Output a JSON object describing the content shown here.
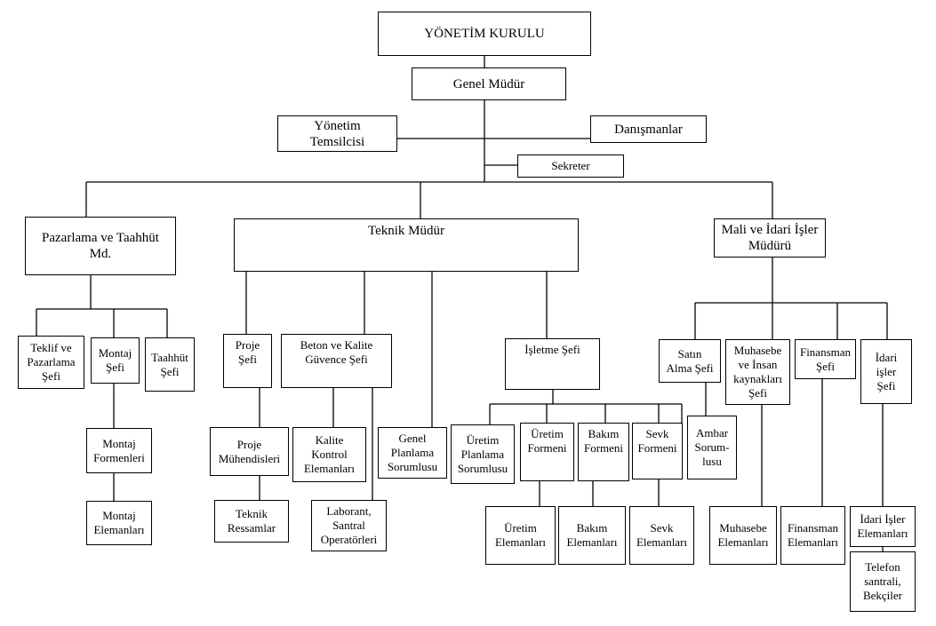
{
  "org_chart": {
    "board": "YÖNETİM KURULU",
    "general_manager": "Genel Müdür",
    "management_rep": "Yönetim\nTemsilcisi",
    "consultants": "Danışmanlar",
    "secretary": "Sekreter",
    "marketing_dept": "Pazarlama ve Taahhüt\nMd.",
    "technical_dept": "Teknik Müdür",
    "finance_admin_dept": "Mali ve İdari İşler\nMüdürü",
    "offer_marketing_chief": "Teklif ve\nPazarlama\nŞefi",
    "assembly_chief": "Montaj\nŞefi",
    "contracting_chief": "Taahhüt\nŞefi",
    "assembly_foremen": "Montaj\nFormenleri",
    "assembly_staff": "Montaj\nElemanları",
    "project_chief": "Proje\nŞefi",
    "concrete_quality_chief": "Beton ve Kalite\nGüvence Şefi",
    "operations_chief": "İşletme Şefi",
    "project_engineers": "Proje\nMühendisleri",
    "technical_drafters": "Teknik\nRessamlar",
    "quality_control_staff": "Kalite\nKontrol\nElemanları",
    "lab_operators": "Laborant,\nSantral\nOperatörleri",
    "general_planning": "Genel\nPlanlama\nSorumlusu",
    "production_planning": "Üretim\nPlanlama\nSorumlusu",
    "production_foreman": "Üretim\nFormeni",
    "maintenance_foreman": "Bakım\nFormeni",
    "shipping_foreman": "Sevk\nFormeni",
    "production_staff": "Üretim\nElemanları",
    "maintenance_staff": "Bakım\nElemanları",
    "shipping_staff": "Sevk\nElemanları",
    "purchasing_chief": "Satın\nAlma Şefi",
    "warehouse_officer": "Ambar\nSorum-\nlusu",
    "accounting_hr_chief": "Muhasebe\nve İnsan\nkaynakları\nŞefi",
    "finance_chief": "Finansman\nŞefi",
    "admin_chief": "İdari\nişler\nŞefi",
    "accounting_staff": "Muhasebe\nElemanları",
    "finance_staff": "Finansman\nElemanları",
    "admin_staff": "İdari İşler\nElemanları",
    "switchboard_guards": "Telefon\nsantrali,\nBekçiler"
  }
}
